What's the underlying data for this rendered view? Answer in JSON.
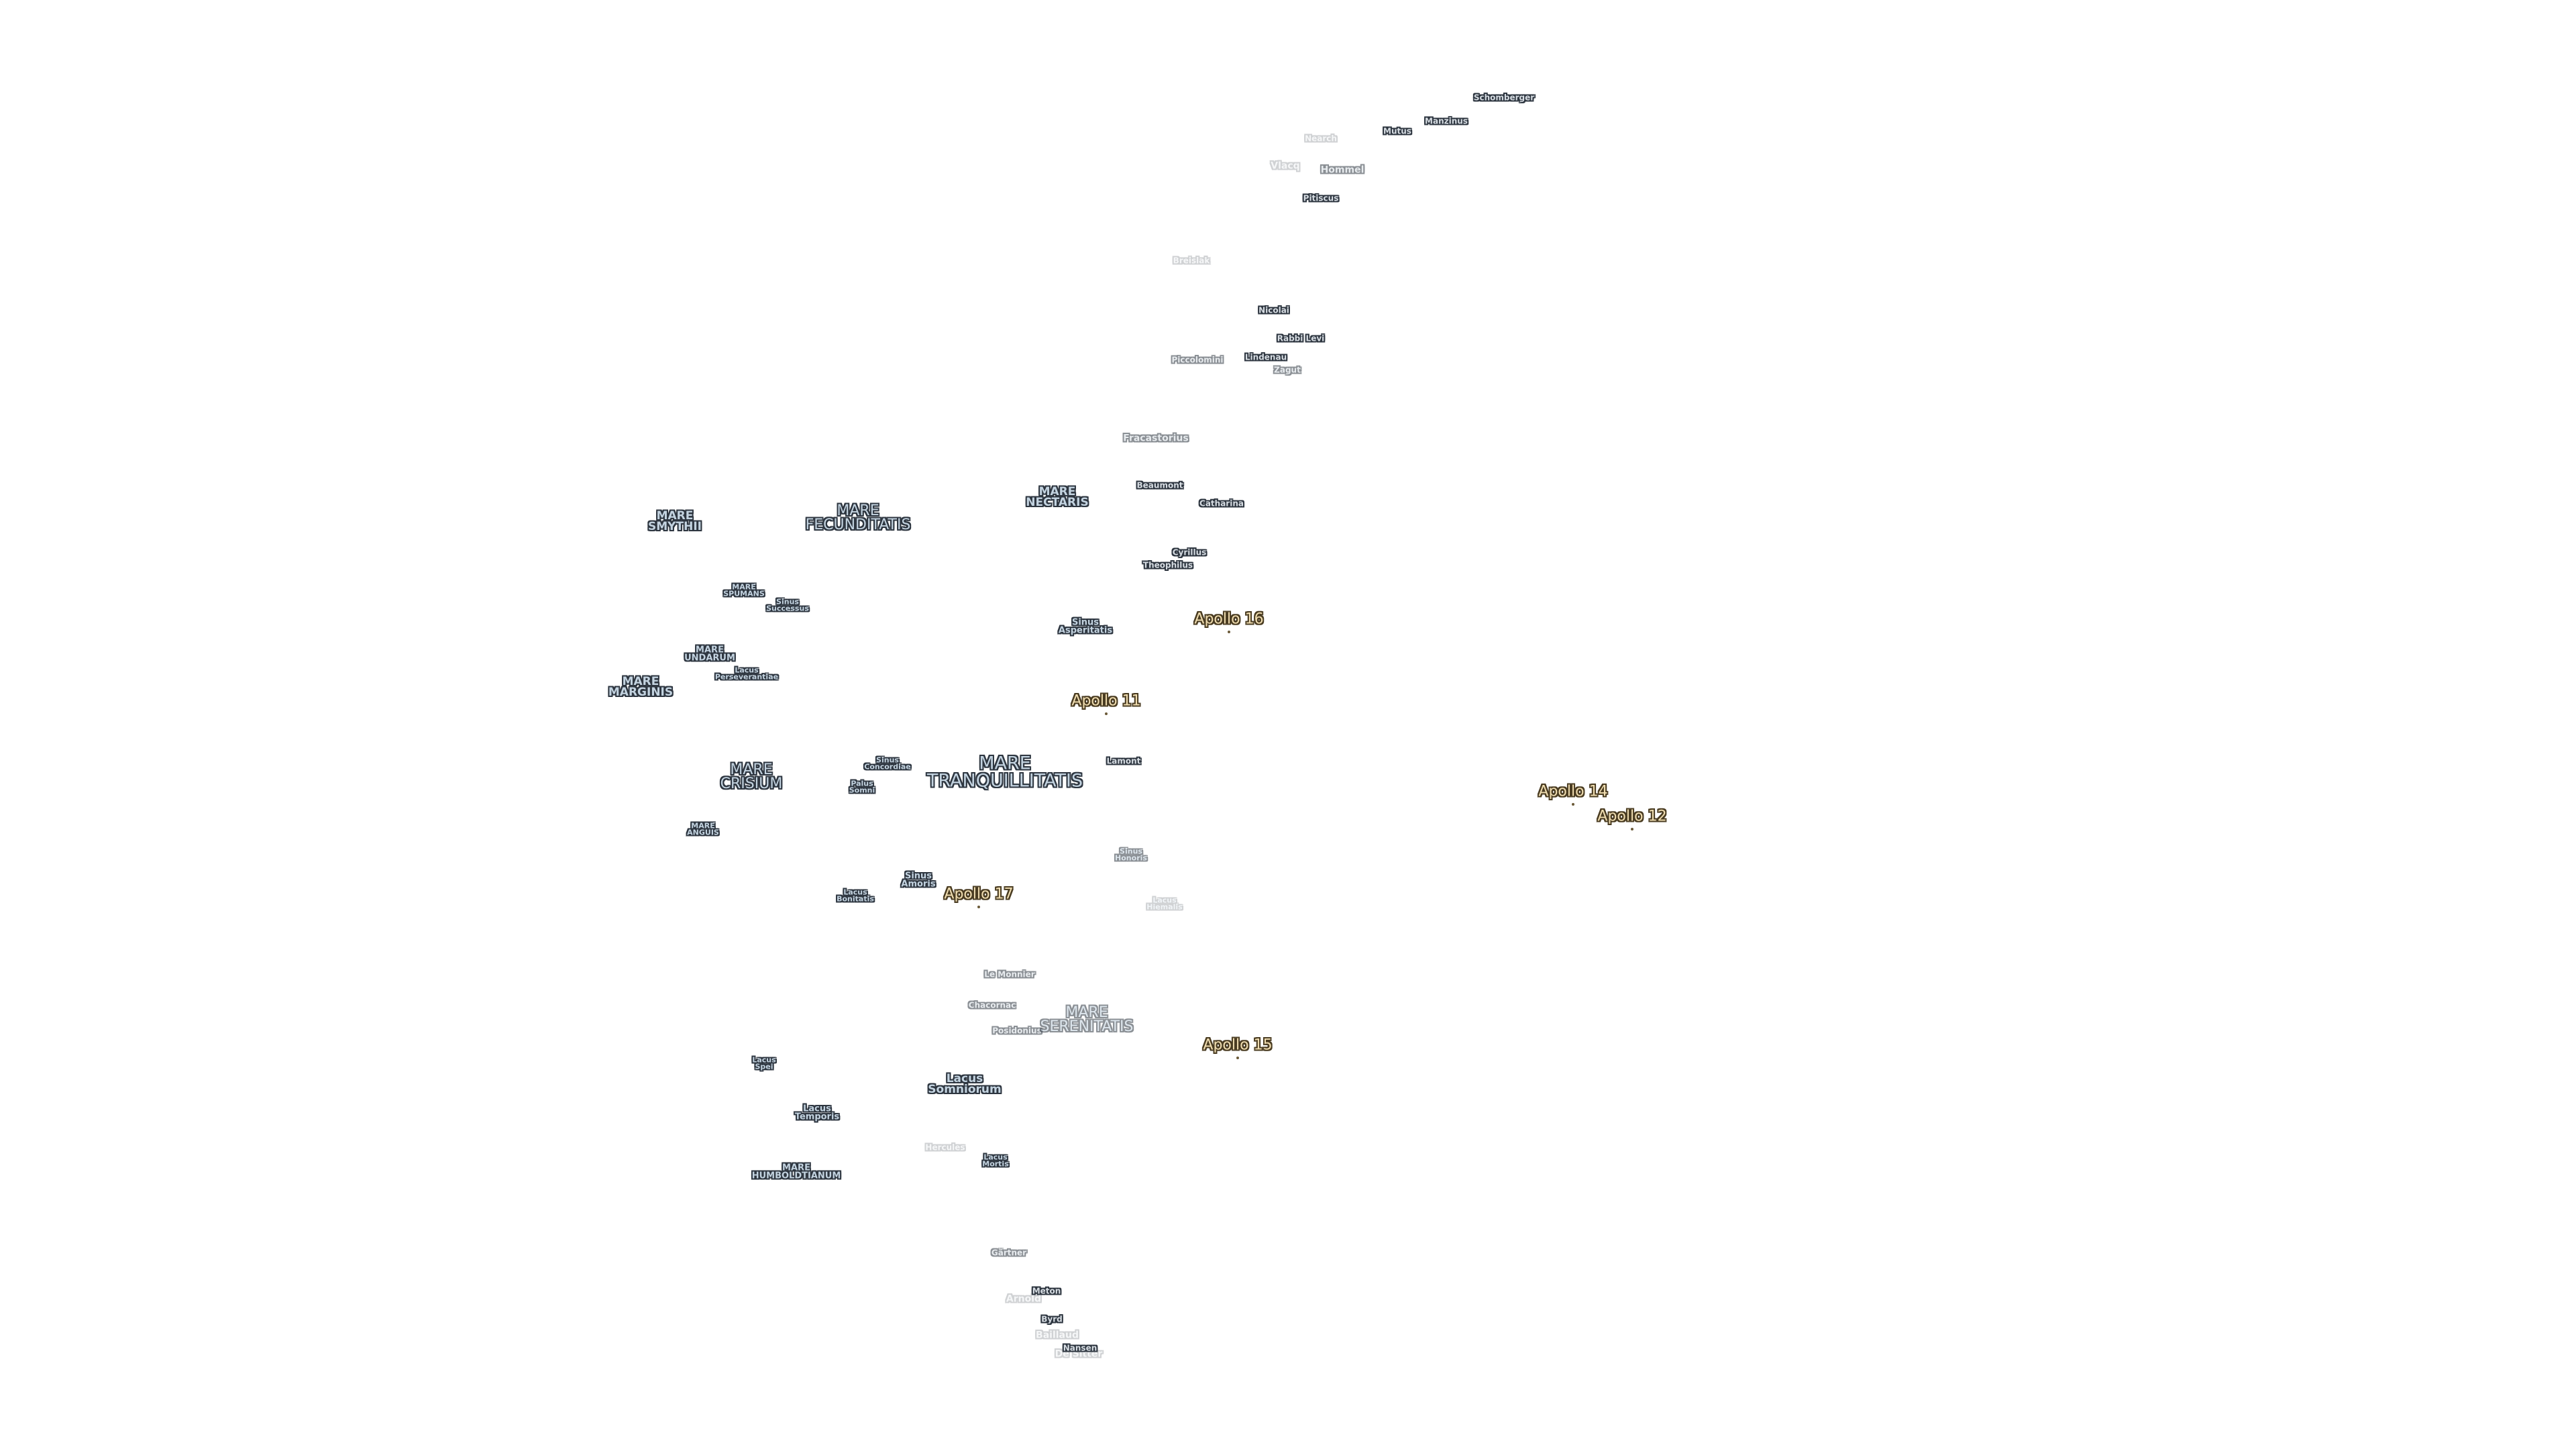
{
  "map": {
    "labels": [
      {
        "id": "schomberger",
        "text": "Schomberger",
        "kind": "crater-s"
      },
      {
        "id": "manzinus",
        "text": "Manzinus",
        "kind": "crater-s"
      },
      {
        "id": "mutus",
        "text": "Mutus",
        "kind": "crater-s"
      },
      {
        "id": "nearch",
        "text": "Nearch",
        "kind": "crater-s",
        "fade": "faint"
      },
      {
        "id": "vlacq",
        "text": "Vlacq",
        "kind": "crater",
        "fade": "faint"
      },
      {
        "id": "hommel",
        "text": "Hommel",
        "kind": "crater",
        "fade": "faded"
      },
      {
        "id": "pitiscus",
        "text": "Pitiscus",
        "kind": "crater-s"
      },
      {
        "id": "breislak",
        "text": "Breislak",
        "kind": "crater-s",
        "fade": "faint"
      },
      {
        "id": "nicolai",
        "text": "Nicolai",
        "kind": "crater-s"
      },
      {
        "id": "rabbi-levi",
        "text": "Rabbi Levi",
        "kind": "crater-s"
      },
      {
        "id": "piccolomini",
        "text": "Piccolomini",
        "kind": "crater-s",
        "fade": "faded"
      },
      {
        "id": "lindenau",
        "text": "Lindenau",
        "kind": "crater-s"
      },
      {
        "id": "zagut",
        "text": "Zagut",
        "kind": "crater-s",
        "fade": "faded"
      },
      {
        "id": "fracastorius",
        "text": "Fracastorius",
        "kind": "crater",
        "fade": "faded"
      },
      {
        "id": "beaumont",
        "text": "Beaumont",
        "kind": "crater-s"
      },
      {
        "id": "catharina",
        "text": "Catharina",
        "kind": "crater-s"
      },
      {
        "id": "mare-nectaris",
        "text": "MARE\nNECTARIS",
        "kind": "sea-m"
      },
      {
        "id": "cyrillus",
        "text": "Cyrillus",
        "kind": "crater-s"
      },
      {
        "id": "theophilus",
        "text": "Theophilus",
        "kind": "crater-s"
      },
      {
        "id": "mare-smythii",
        "text": "MARE\nSMYTHII",
        "kind": "sea-m"
      },
      {
        "id": "mare-fecunditatis",
        "text": "MARE\nFECUNDITATIS",
        "kind": "sea-l"
      },
      {
        "id": "mare-spumans",
        "text": "MARE\nSPUMANS",
        "kind": "sea-xs"
      },
      {
        "id": "sinus-successus",
        "text": "Sinus\nSuccessus",
        "kind": "sea-xs"
      },
      {
        "id": "sinus-asperitatis",
        "text": "Sinus\nAsperitatis",
        "kind": "sea-s"
      },
      {
        "id": "mare-undarum",
        "text": "MARE\nUNDARUM",
        "kind": "sea-s"
      },
      {
        "id": "lacus-perseverantiae",
        "text": "Lacus\nPerseverantiae",
        "kind": "sea-xs"
      },
      {
        "id": "mare-marginis",
        "text": "MARE\nMARGINIS",
        "kind": "sea-m"
      },
      {
        "id": "mare-crisium",
        "text": "MARE\nCRISIUM",
        "kind": "sea-l"
      },
      {
        "id": "sinus-concordiae",
        "text": "Sinus\nConcordiae",
        "kind": "sea-xs"
      },
      {
        "id": "palus-somni",
        "text": "Palus\nSomni",
        "kind": "sea-xs"
      },
      {
        "id": "mare-tranquillitatis",
        "text": "MARE\nTRANQUILLITATIS",
        "kind": "sea-xl"
      },
      {
        "id": "lamont",
        "text": "Lamont",
        "kind": "crater-s"
      },
      {
        "id": "mare-anguis",
        "text": "MARE\nANGUIS",
        "kind": "sea-xs"
      },
      {
        "id": "sinus-honoris",
        "text": "Sinus\nHonoris",
        "kind": "sea-xs",
        "fade": "faded"
      },
      {
        "id": "sinus-amoris",
        "text": "Sinus\nAmoris",
        "kind": "sea-s"
      },
      {
        "id": "lacus-bonitatis",
        "text": "Lacus\nBonitatis",
        "kind": "sea-xs"
      },
      {
        "id": "lacus-hiemalis",
        "text": "Lacus\nHiemalis",
        "kind": "sea-xs",
        "fade": "faint"
      },
      {
        "id": "le-monnier",
        "text": "Le Monnier",
        "kind": "crater-s",
        "fade": "faded"
      },
      {
        "id": "chacornac",
        "text": "Chacornac",
        "kind": "crater-s",
        "fade": "faded"
      },
      {
        "id": "posidonius",
        "text": "Posidonius",
        "kind": "crater-s",
        "fade": "faded"
      },
      {
        "id": "mare-serenitatis",
        "text": "MARE\nSERENITATIS",
        "kind": "sea-l",
        "fade": "faded"
      },
      {
        "id": "lacus-spei",
        "text": "Lacus\nSpei",
        "kind": "sea-xs"
      },
      {
        "id": "lacus-somniorum",
        "text": "Lacus\nSomniorum",
        "kind": "sea-m"
      },
      {
        "id": "lacus-temporis",
        "text": "Lacus\nTemporis",
        "kind": "sea-s"
      },
      {
        "id": "hercules",
        "text": "Hercules",
        "kind": "crater-s",
        "fade": "faint"
      },
      {
        "id": "lacus-mortis",
        "text": "Lacus\nMortis",
        "kind": "sea-xs"
      },
      {
        "id": "mare-humboldtianum",
        "text": "MARE\nHUMBOLDTIANUM",
        "kind": "sea-s"
      },
      {
        "id": "gartner",
        "text": "Gärtner",
        "kind": "crater-s",
        "fade": "faded"
      },
      {
        "id": "arnold",
        "text": "Arnold",
        "kind": "crater",
        "fade": "faint"
      },
      {
        "id": "meton",
        "text": "Meton",
        "kind": "crater-s"
      },
      {
        "id": "baillaud",
        "text": "Baillaud",
        "kind": "crater",
        "fade": "faint"
      },
      {
        "id": "de-sitter",
        "text": "De Sitter",
        "kind": "crater",
        "fade": "faint"
      },
      {
        "id": "byrd",
        "text": "Byrd",
        "kind": "crater-s"
      },
      {
        "id": "nansen",
        "text": "Nansen",
        "kind": "crater-s"
      }
    ],
    "apollo_sites": [
      {
        "id": "apollo-16",
        "text": "Apollo 16"
      },
      {
        "id": "apollo-11",
        "text": "Apollo 11"
      },
      {
        "id": "apollo-14",
        "text": "Apollo 14"
      },
      {
        "id": "apollo-12",
        "text": "Apollo 12"
      },
      {
        "id": "apollo-17",
        "text": "Apollo 17"
      },
      {
        "id": "apollo-15",
        "text": "Apollo 15"
      }
    ]
  }
}
